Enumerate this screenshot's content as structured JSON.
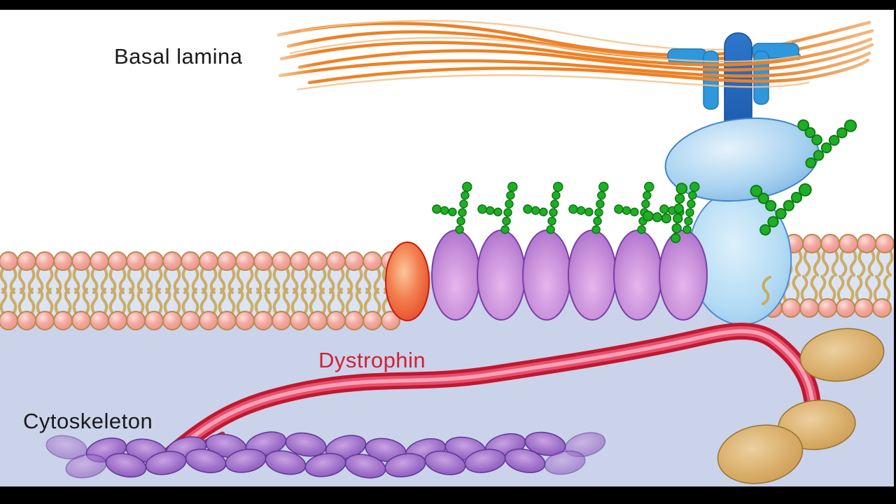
{
  "labels": {
    "basal_lamina": "Basal lamina",
    "dystrophin": "Dystrophin",
    "cytoskeleton": "Cytoskeleton"
  },
  "colors": {
    "background_upper": "#ffffff",
    "background_cytoplasm": "#cbd3ea",
    "membrane_interior": "#dce4f4",
    "lipid_head": "#f4a9a2",
    "lipid_head_outline": "#b98b4e",
    "lipid_tail": "#c9aa5f",
    "basal_lamina_fiber": "#ee8125",
    "basal_lamina_fiber_light": "#f6c088",
    "receptor_dark_blue": "#1f66b8",
    "receptor_light_blue": "#2f97dc",
    "receptor_teal": "#4aa3ad",
    "dystroglycan_blue_edge": "#4a90cc",
    "glycan_green": "#1fae27",
    "glycan_green_dark": "#0c7a12",
    "sarcoglycan_purple_edge": "#7a3fa8",
    "membrane_protein_red_edge": "#bf1f10",
    "dystrophin_band_dark": "#c1182f",
    "dystrophin_band_mid": "#e64f70",
    "dystrophin_band_light": "#f7a2b4",
    "dystrophin_label_red": "#cf2136",
    "syntrophin_tan_edge": "#96742e",
    "actin_purple_edge": "#5f3596",
    "label_text": "#1a1a1a",
    "letterbox": "#000000"
  },
  "components": [
    "basal-lamina-fibers",
    "laminin-receptor",
    "alpha-dystroglycan",
    "beta-dystroglycan",
    "glycan-chains",
    "sarcoglycan-complex",
    "membrane-protein-red",
    "lipid-bilayer-left",
    "lipid-bilayer-right",
    "dystrophin-band",
    "syntrophin-ovals",
    "actin-filament"
  ]
}
